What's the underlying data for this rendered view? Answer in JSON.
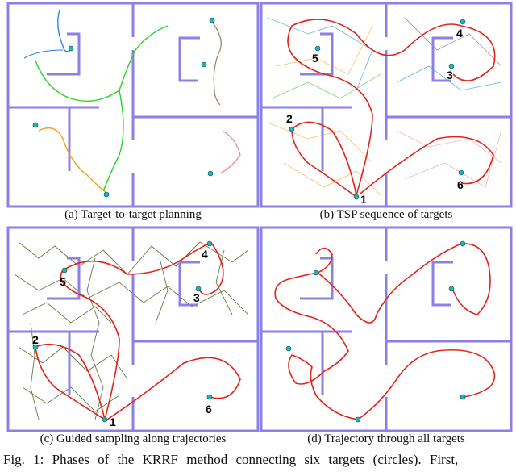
{
  "panels": [
    {
      "caption": "(a) Target-to-target planning",
      "labels": []
    },
    {
      "caption": "(b) TSP sequence of targets",
      "labels": [
        "1",
        "2",
        "3",
        "4",
        "5",
        "6"
      ]
    },
    {
      "caption": "(c) Guided sampling along trajectories",
      "labels": [
        "1",
        "2",
        "3",
        "4",
        "5",
        "6"
      ]
    },
    {
      "caption": "(d) Trajectory through all targets",
      "labels": []
    }
  ],
  "figure_caption": "Fig. 1:  Phases of the KRRF method connecting six targets (circles). First,",
  "colors": {
    "walls": "#8c7fe6",
    "target": "#22b3b3",
    "trajectory": "#e2231a",
    "tree_guided": "#566b33"
  }
}
